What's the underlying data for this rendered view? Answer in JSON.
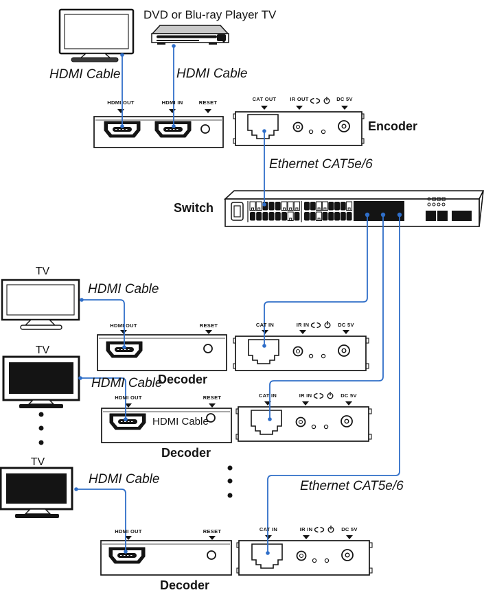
{
  "title": "DVD or Blu-ray Player TV",
  "labels": {
    "hdmi_cable": "HDMI Cable",
    "ethernet_cable": "Ethernet CAT5e/6",
    "tv": "TV"
  },
  "devices": {
    "encoder": "Encoder",
    "switch": "Switch",
    "decoder": "Decoder"
  },
  "ports": {
    "hdmi_out": "HDMI OUT",
    "hdmi_in": "HDMI IN",
    "reset": "RESET",
    "cat_out": "CAT OUT",
    "cat_in": "CAT IN",
    "ir_out": "IR OUT",
    "ir_in": "IR IN",
    "dc_5v": "DC 5V"
  },
  "icons": {
    "link_icon": "link-icon",
    "power_icon": "power-icon"
  },
  "colors": {
    "cable_blue": "#2f6ec8",
    "line_black": "#141414"
  }
}
